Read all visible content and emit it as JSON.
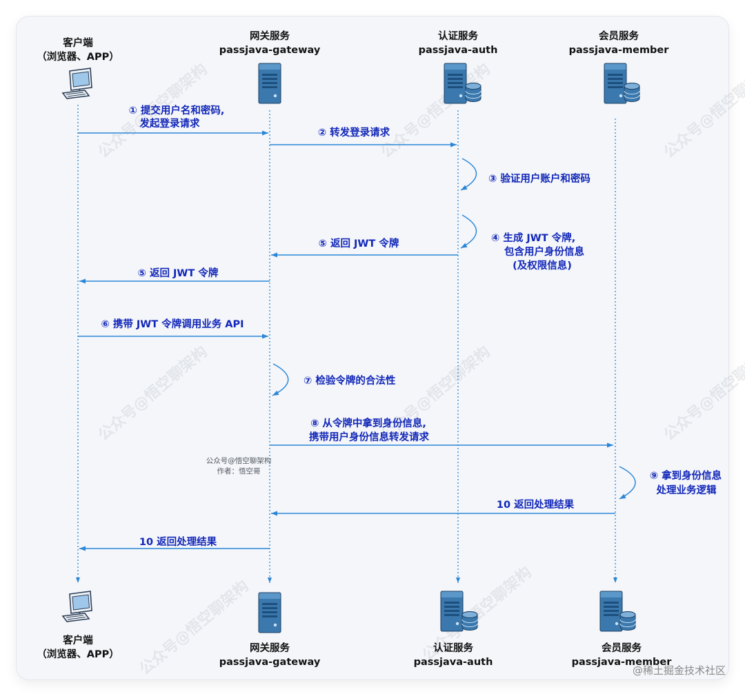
{
  "participants": [
    {
      "id": "client",
      "name": "客户端",
      "sub": "（浏览器、APP）",
      "icon": "computer-icon"
    },
    {
      "id": "gateway",
      "name": "网关服务",
      "sub": "passjava-gateway",
      "icon": "server-icon"
    },
    {
      "id": "auth",
      "name": "认证服务",
      "sub": "passjava-auth",
      "icon": "server-database-icon"
    },
    {
      "id": "member",
      "name": "会员服务",
      "sub": "passjava-member",
      "icon": "server-database-icon"
    }
  ],
  "steps": [
    {
      "label": "① 提交用户名和密码,",
      "label2": "发起登录请求"
    },
    {
      "label": "② 转发登录请求"
    },
    {
      "label": "③ 验证用户账户和密码"
    },
    {
      "label": "④ 生成 JWT 令牌,",
      "label2": "包含用户身份信息",
      "label3": "(及权限信息)"
    },
    {
      "label": "⑤ 返回 JWT 令牌"
    },
    {
      "label": "⑤ 返回 JWT 令牌"
    },
    {
      "label": "⑥ 携带 JWT 令牌调用业务 API"
    },
    {
      "label": "⑦ 检验令牌的合法性"
    },
    {
      "label": "⑧ 从令牌中拿到身份信息,",
      "label2": "携带用户身份信息转发请求"
    },
    {
      "label": "⑨ 拿到身份信息",
      "label2": "处理业务逻辑"
    },
    {
      "label": "10 返回处理结果"
    },
    {
      "label": "10 返回处理结果"
    }
  ],
  "notes": {
    "line1": "公众号@悟空聊架构",
    "line2": "作者：悟空哥"
  },
  "watermark": "公众号@悟空聊架构",
  "credit": "@稀土掘金技术社区",
  "colors": {
    "arrow": "#2a86d6",
    "label": "#1227b8",
    "lifeline": "#2a86d6",
    "server": "#3a78ad"
  }
}
